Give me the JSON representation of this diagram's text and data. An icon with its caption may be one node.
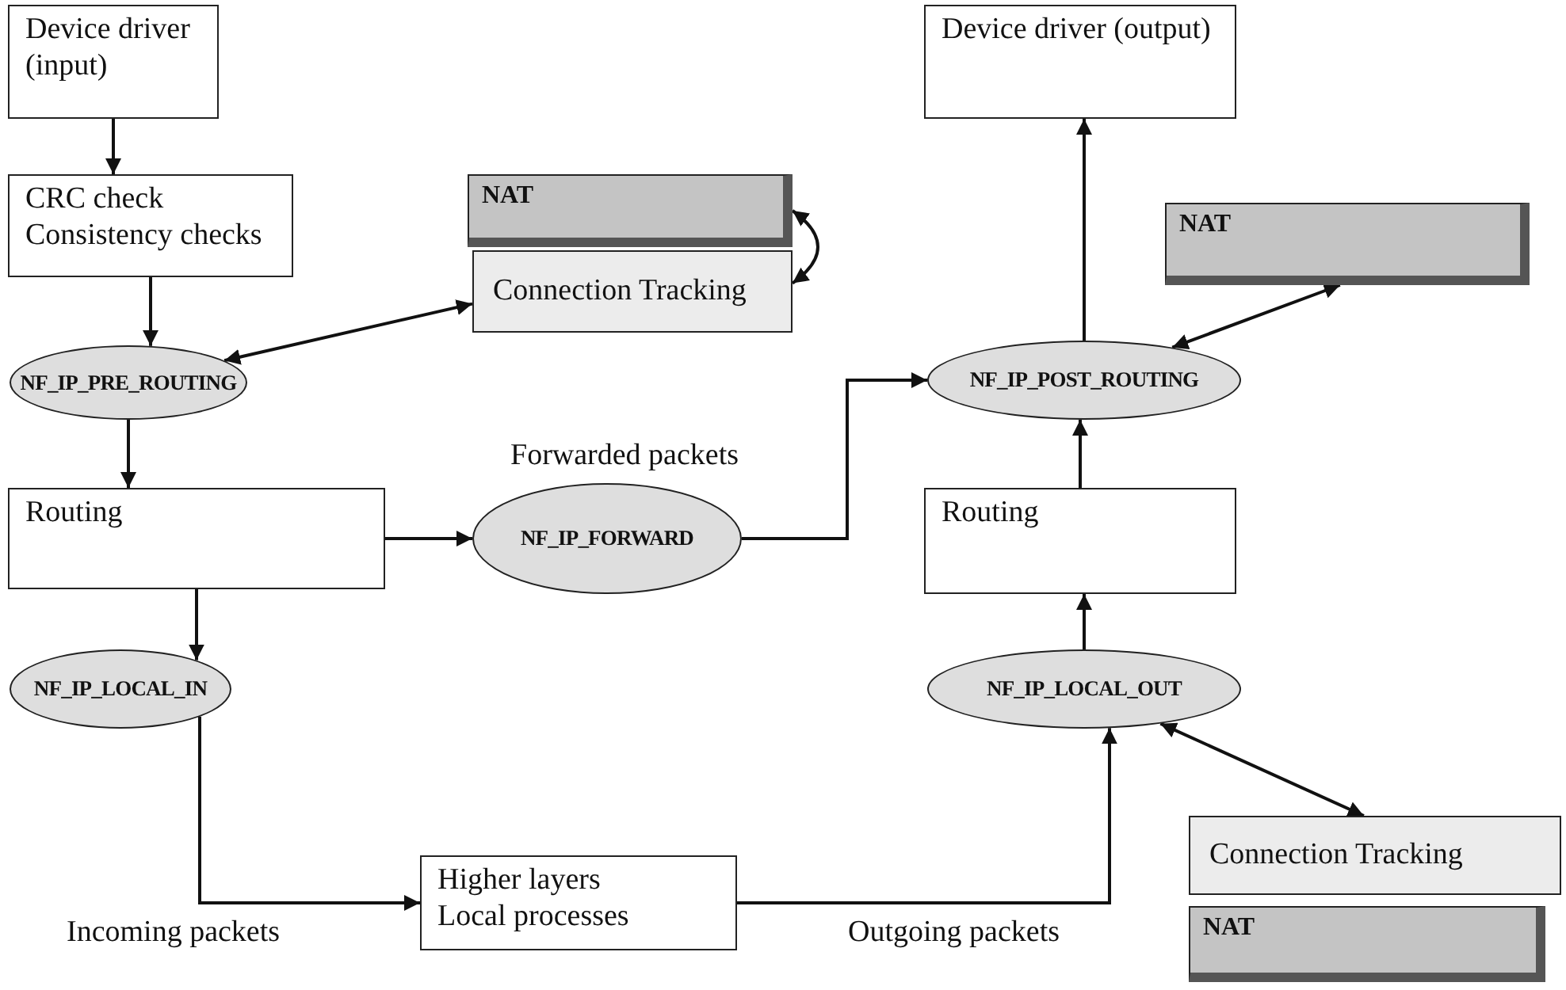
{
  "diagram": {
    "nodes": [
      {
        "text": [
          "Device driver (input)"
        ]
      },
      {
        "text": [
          "CRC check Consistency checks"
        ]
      },
      {
        "text": [
          "NAT"
        ]
      },
      {
        "text": [
          "Connection Tracking"
        ]
      },
      {
        "text": [
          "NF_IP_PRE_ROUTING"
        ]
      },
      {
        "text": [
          "Routing"
        ]
      },
      {
        "text": [
          "NF_IP_FORWARD"
        ],
        "beside": [
          "Forwarded packets"
        ]
      },
      {
        "text": [
          "NF_IP_LOCAL_IN"
        ]
      },
      {
        "text": [
          "Higher layers Local processes"
        ]
      },
      {
        "text": [
          "Device driver (output)"
        ]
      },
      {
        "text": [
          "NAT"
        ]
      },
      {
        "text": [
          "NF_IP_POST_ROUTING"
        ]
      },
      {
        "text": [
          "Routing"
        ]
      },
      {
        "text": [
          "NF_IP_LOCAL_OUT"
        ]
      },
      {
        "text": [
          "Connection Tracking"
        ]
      },
      {
        "text": [
          "NAT"
        ]
      }
    ],
    "edges": [
      {
        "from": 0,
        "to": 1,
        "arrow": "to"
      },
      {
        "from": 1,
        "to": 4,
        "arrow": "to"
      },
      {
        "from": 4,
        "to": 3,
        "arrow": "both"
      },
      {
        "from": 2,
        "to": 3,
        "arrow": "both"
      },
      {
        "from": 4,
        "to": 5,
        "arrow": "to"
      },
      {
        "from": 5,
        "to": 6,
        "arrow": "to"
      },
      {
        "from": 6,
        "to": 11,
        "arrow": "to"
      },
      {
        "from": 5,
        "to": 7,
        "arrow": "to"
      },
      {
        "from": 7,
        "to": 8,
        "arrow": "to"
      },
      {
        "from": 8,
        "to": 13,
        "arrow": "to"
      },
      {
        "from": 13,
        "to": 12,
        "arrow": "to"
      },
      {
        "from": 12,
        "to": 11,
        "arrow": "to"
      },
      {
        "from": 11,
        "to": 9,
        "arrow": "to"
      },
      {
        "from": 10,
        "to": 11,
        "arrow": "both"
      },
      {
        "from": 13,
        "to": 14,
        "arrow": "both"
      }
    ],
    "labels": [
      "Incoming packets",
      "Outgoing packets"
    ]
  }
}
